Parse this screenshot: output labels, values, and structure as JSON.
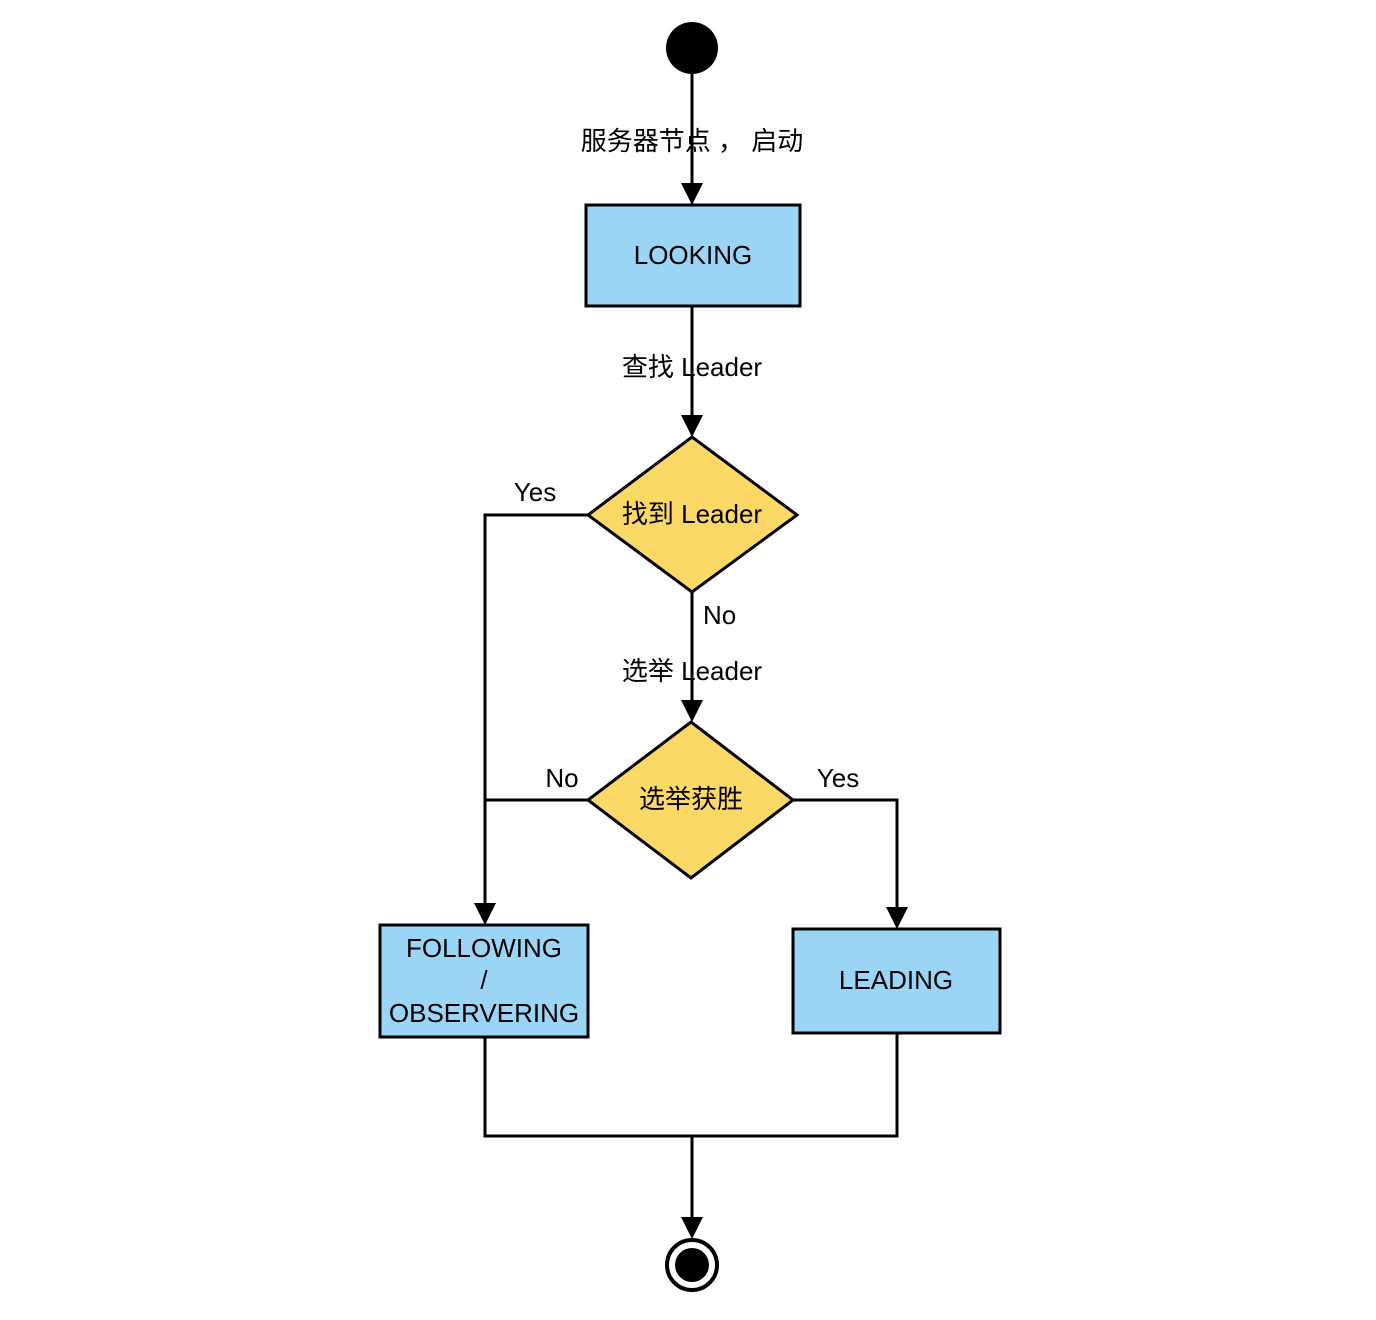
{
  "diagram": {
    "title": "ZooKeeper Server Node State Flowchart",
    "type": "flowchart",
    "colors": {
      "state_box_fill": "#9BD5F5",
      "decision_fill": "#FCD966",
      "stroke": "#000000",
      "background": "#FFFFFF",
      "text": "#000000"
    },
    "nodes": {
      "start": {
        "kind": "start-terminal",
        "label": ""
      },
      "looking": {
        "kind": "state",
        "label": "LOOKING"
      },
      "found_leader": {
        "kind": "decision",
        "label": "找到 Leader"
      },
      "election_win": {
        "kind": "decision",
        "label": "选举获胜"
      },
      "following": {
        "kind": "state",
        "line1": "FOLLOWING",
        "line2": "/",
        "line3": "OBSERVERING"
      },
      "leading": {
        "kind": "state",
        "label": "LEADING"
      },
      "end": {
        "kind": "end-terminal",
        "label": ""
      }
    },
    "edges": {
      "start_to_looking": {
        "label": "服务器节点 ， 启动"
      },
      "looking_to_found": {
        "label": "查找 Leader"
      },
      "found_yes": {
        "label": "Yes"
      },
      "found_no": {
        "label": "No"
      },
      "no_to_election": {
        "label": "选举 Leader"
      },
      "election_no": {
        "label": "No"
      },
      "election_yes": {
        "label": "Yes"
      }
    }
  }
}
